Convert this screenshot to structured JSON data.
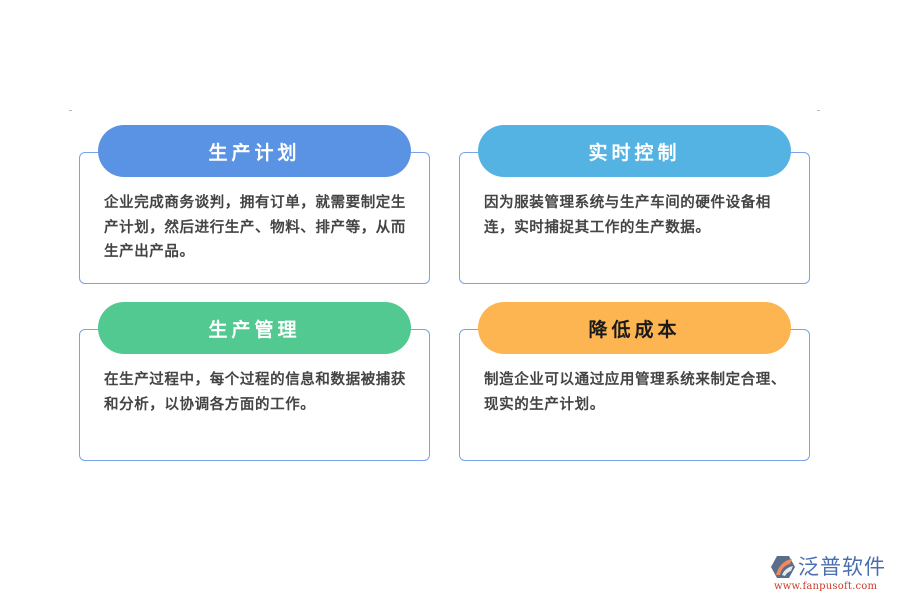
{
  "cards": [
    {
      "title": "生产计划",
      "color": "#5b93e4",
      "body": "企业完成商务谈判，拥有订单，就需要制定生产计划，然后进行生产、物料、排产等，从而生产出产品。"
    },
    {
      "title": "实时控制",
      "color": "#55b3e3",
      "body": "因为服装管理系统与生产车间的硬件设备相连，实时捕捉其工作的生产数据。"
    },
    {
      "title": "生产管理",
      "color": "#52c990",
      "body": "在生产过程中，每个过程的信息和数据被捕获和分析，以协调各方面的工作。"
    },
    {
      "title": "降低成本",
      "color": "#fdb552",
      "body": "制造企业可以通过应用管理系统来制定合理、现实的生产计划。"
    }
  ],
  "colors": {
    "card_border": "#7aa3e8",
    "body_text": "#444444"
  },
  "logo": {
    "name": "泛普软件",
    "url": "www.fanpusoft.com",
    "icon": "fanpu-logo-icon"
  }
}
